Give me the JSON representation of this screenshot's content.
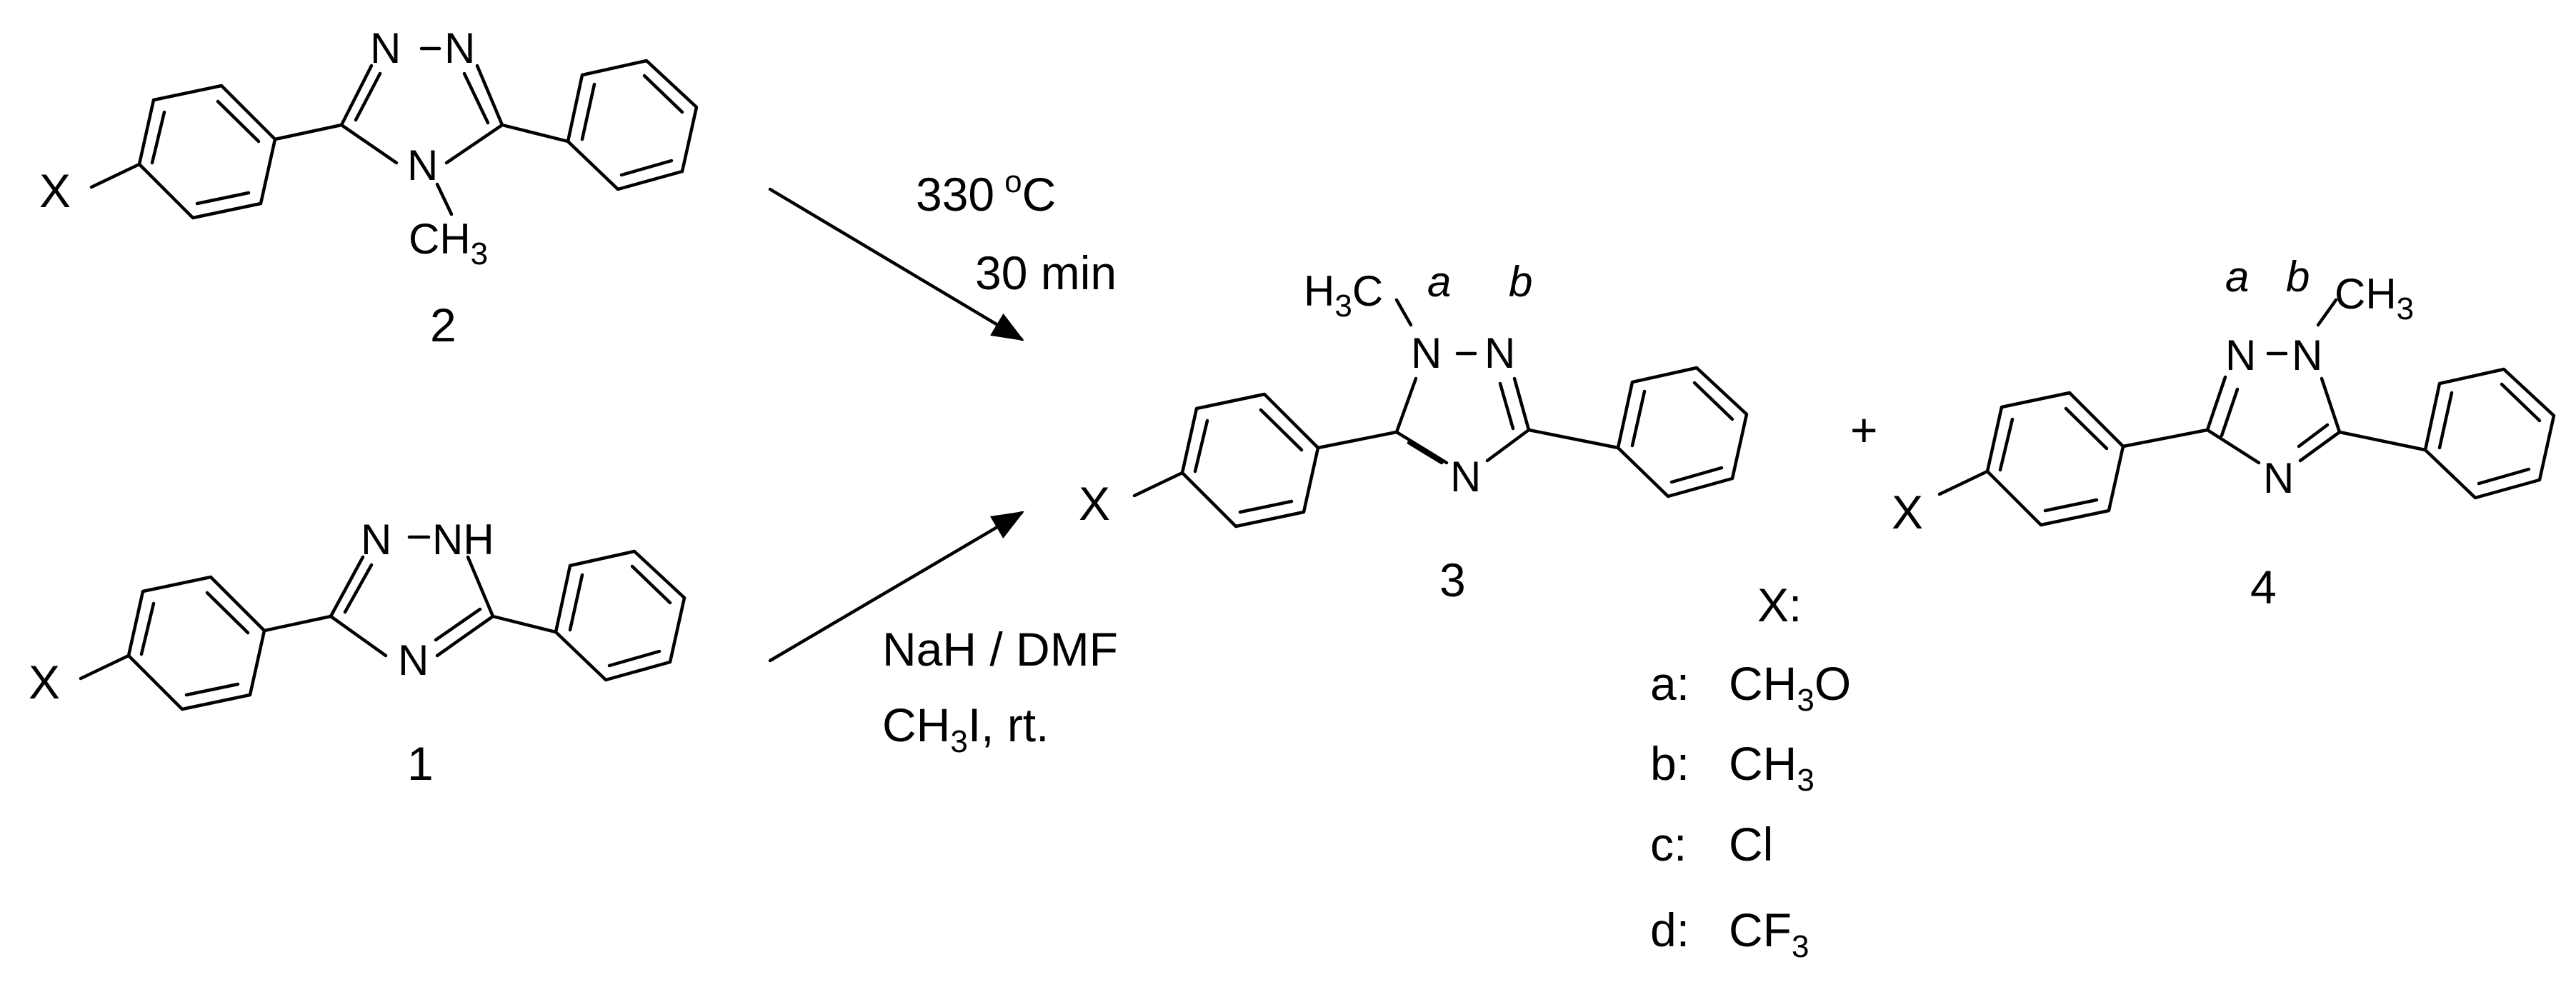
{
  "compounds": {
    "c2": {
      "number": "2",
      "x_label": "X",
      "n_top_left": "N",
      "n_top_right": "N",
      "n_bottom": "N",
      "methyl": "CH",
      "methyl_sub": "3"
    },
    "c1": {
      "number": "1",
      "x_label": "X",
      "n_top_left": "N",
      "nh_top_right": "NH",
      "n_bottom": "N"
    },
    "c3": {
      "number": "3",
      "x_label": "X",
      "methyl_H": "H",
      "methyl_sub": "3",
      "methyl_C": "C",
      "pos_a": "a",
      "pos_b": "b",
      "n1": "N",
      "n2": "N",
      "n4": "N"
    },
    "c4": {
      "number": "4",
      "x_label": "X",
      "pos_a": "a",
      "pos_b": "b",
      "n2": "N",
      "n1": "N",
      "methyl": "CH",
      "methyl_sub": "3",
      "n4": "N"
    }
  },
  "conditions": {
    "thermal_temp": "330",
    "thermal_deg": "o",
    "thermal_unit": "C",
    "thermal_time": "30 min",
    "alkylation_line1": "NaH / DMF",
    "alkylation_line2_a": "CH",
    "alkylation_line2_sub": "3",
    "alkylation_line2_b": "I, rt."
  },
  "plus": "+",
  "substituents": {
    "title": "X:",
    "items": [
      {
        "key": "a:",
        "a": "CH",
        "sub": "3",
        "b": "O"
      },
      {
        "key": "b:",
        "a": "CH",
        "sub": "3",
        "b": ""
      },
      {
        "key": "c:",
        "a": "Cl",
        "sub": "",
        "b": ""
      },
      {
        "key": "d:",
        "a": "CF",
        "sub": "3",
        "b": ""
      }
    ]
  }
}
